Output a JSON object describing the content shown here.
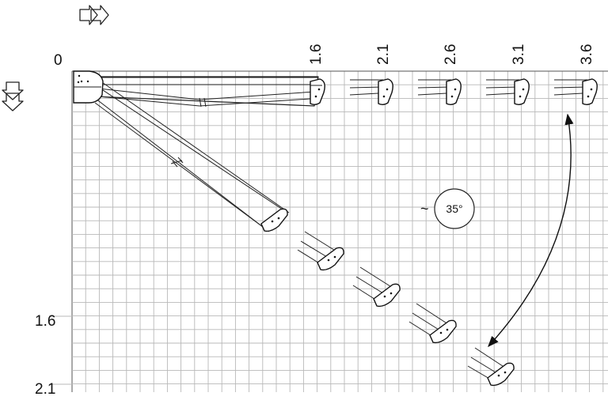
{
  "diagram": {
    "top_labels": [
      "1.6",
      "2.1",
      "2.6",
      "3.1",
      "3.6"
    ],
    "origin_label": "0",
    "left_labels": [
      "1.6",
      "2.1"
    ],
    "angle": {
      "approx_symbol": "~",
      "value": "35°"
    },
    "icons": {
      "horizontal": "double-right-arrow-icon",
      "vertical": "double-down-arrow-icon"
    },
    "colors": {
      "grid": "#b8b8b8",
      "ink": "#222222",
      "background": "#ffffff"
    }
  }
}
